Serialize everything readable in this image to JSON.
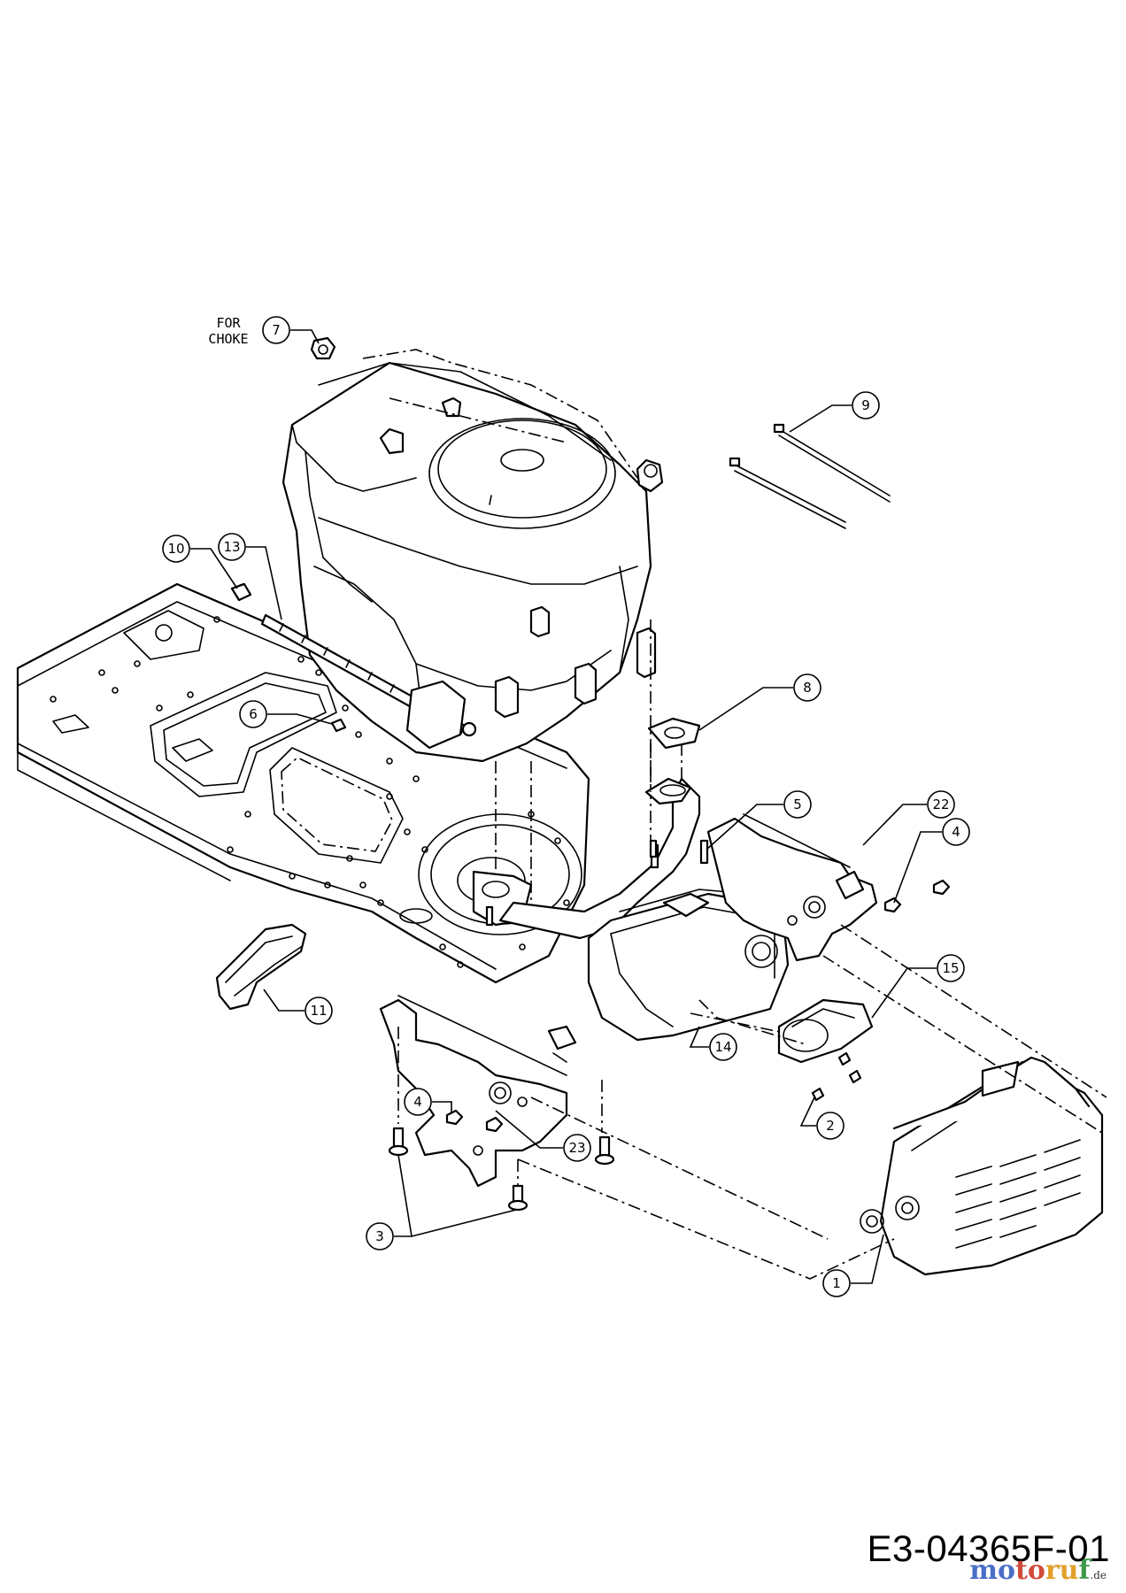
{
  "diagram": {
    "choke_note_line1": "FOR",
    "choke_note_line2": "CHOKE",
    "drawing_code": "E3-04365F-01",
    "watermark": {
      "part1": "mo",
      "part2": "to",
      "part3": "ru",
      "part4": "f",
      "tld": ".de"
    },
    "callouts": {
      "c1": "1",
      "c2": "2",
      "c3": "3",
      "c4a": "4",
      "c4b": "4",
      "c5": "5",
      "c6": "6",
      "c7": "7",
      "c8": "8",
      "c9": "9",
      "c10": "10",
      "c11": "11",
      "c13": "13",
      "c14": "14",
      "c15": "15",
      "c22": "22",
      "c23": "23"
    }
  }
}
